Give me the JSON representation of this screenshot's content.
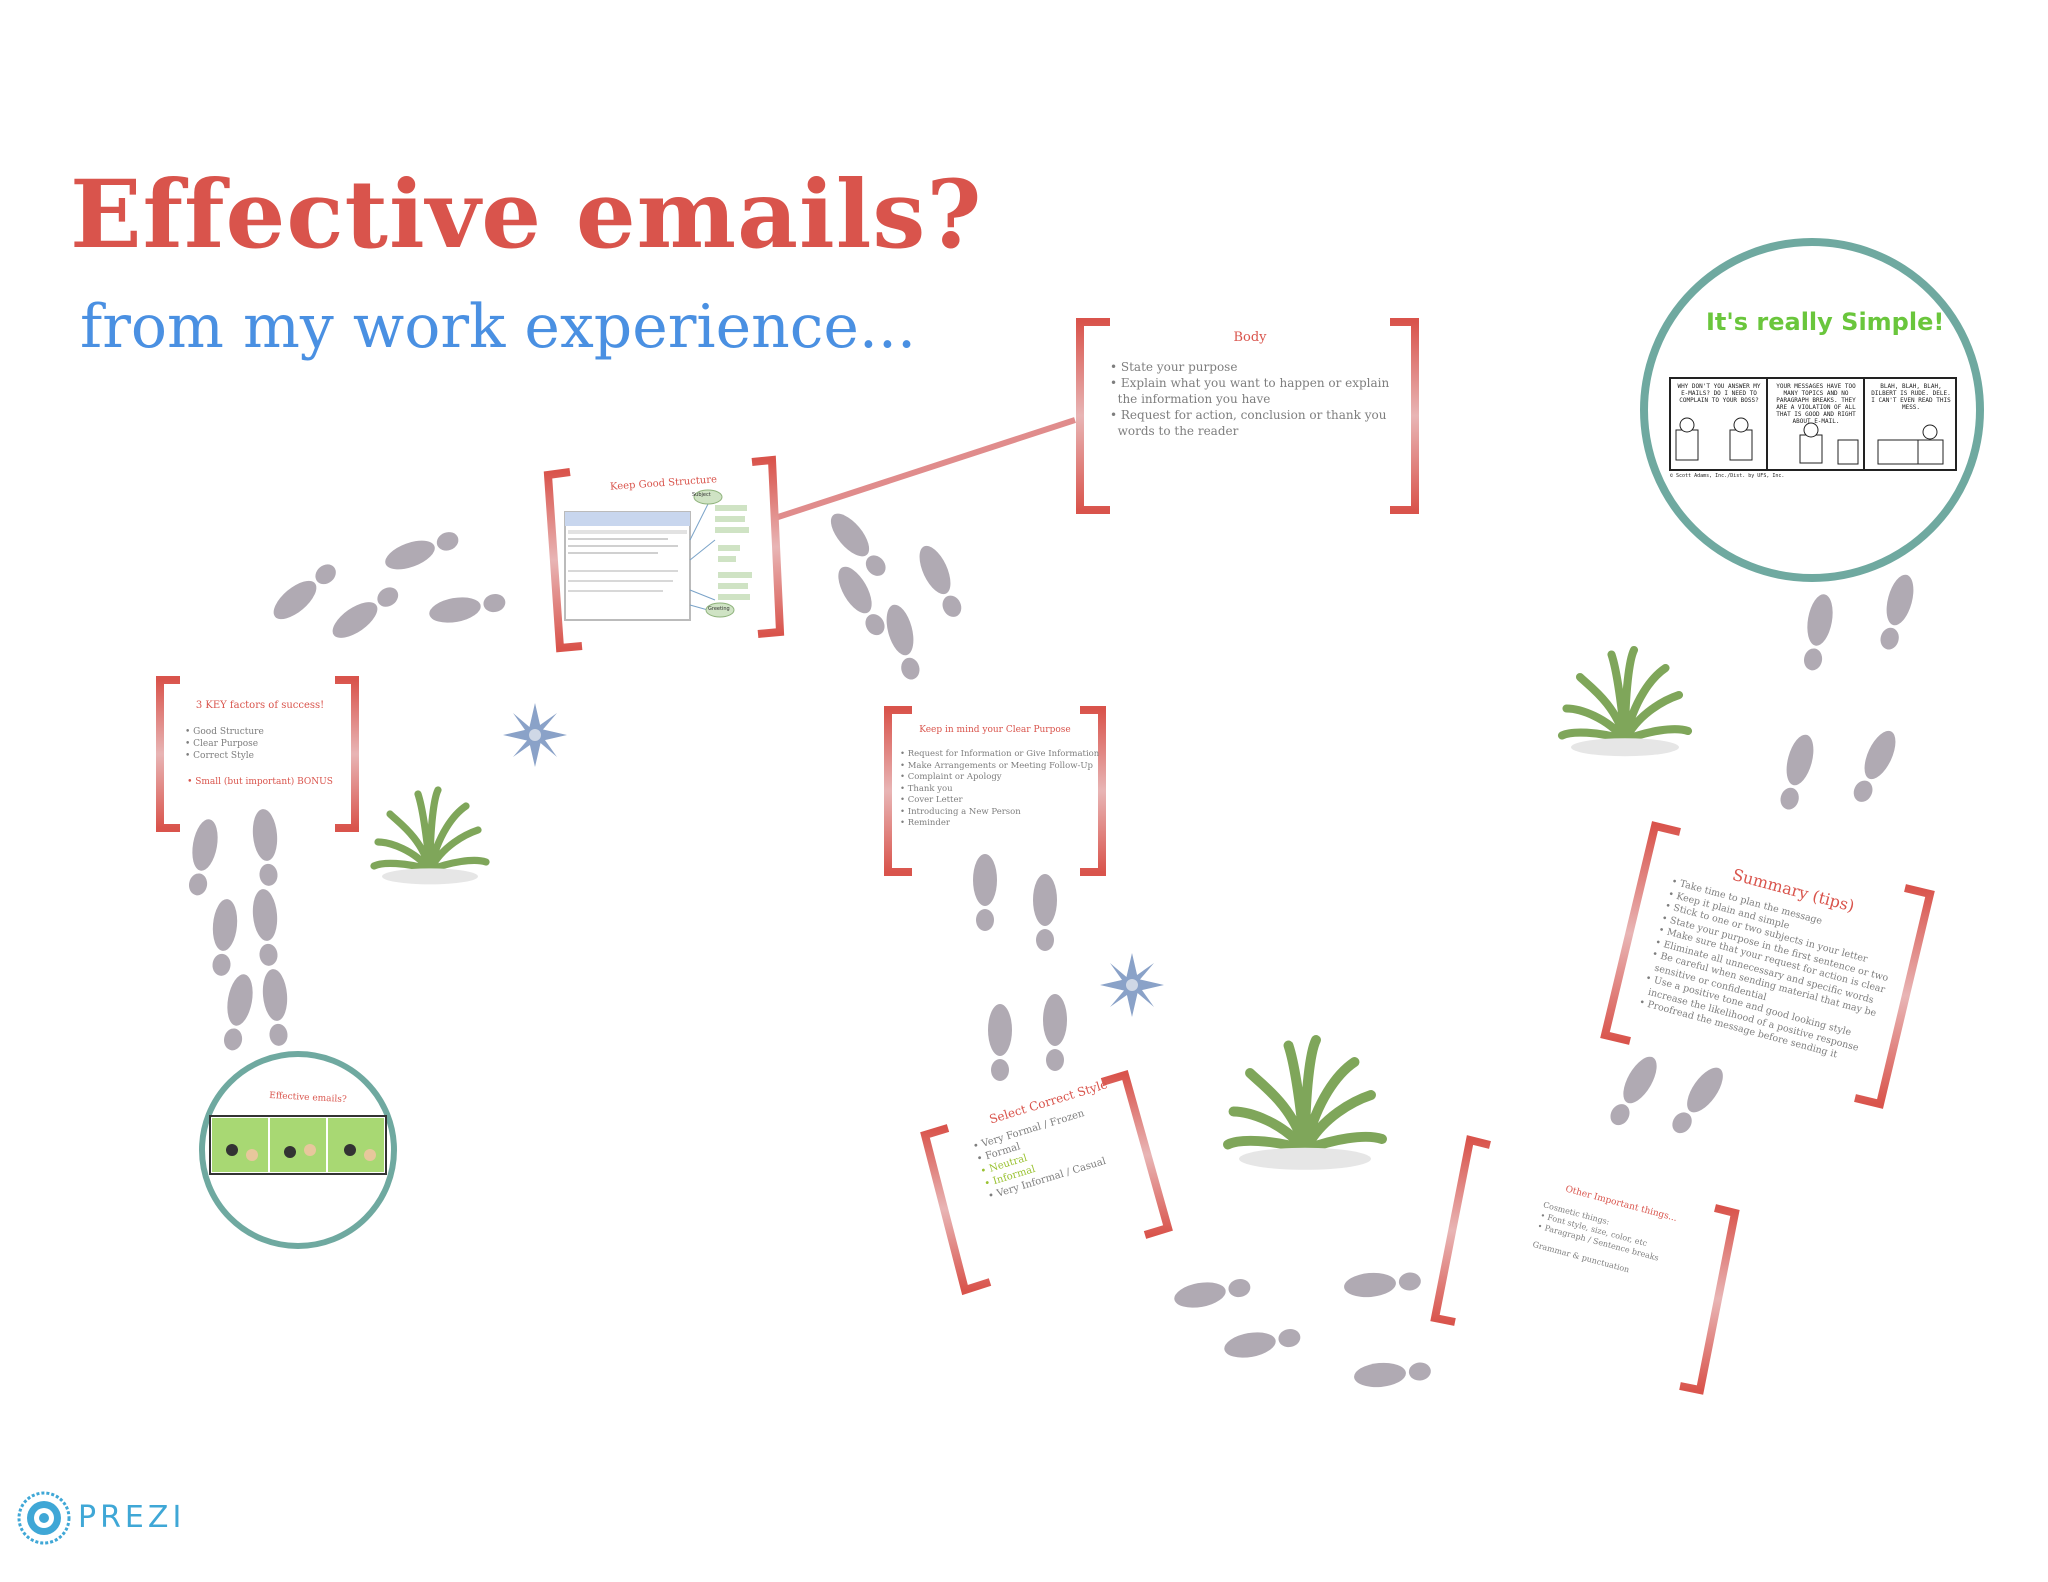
{
  "title": "Effective emails?",
  "subtitle": "from my work experience...",
  "frames": {
    "key_factors": {
      "heading": "3 KEY factors of success!",
      "items": [
        "• Good Structure",
        "• Clear Purpose",
        "• Correct Style"
      ],
      "bonus": "• Small (but important) BONUS"
    },
    "structure": {
      "heading": "Keep Good Structure"
    },
    "body": {
      "heading": "Body",
      "lines": [
        "• State your purpose",
        "• Explain what you want to happen or explain",
        "  the information you have",
        "• Request for action, conclusion or thank you",
        "  words to the reader"
      ]
    },
    "purpose": {
      "heading": "Keep in mind your Clear Purpose",
      "items": [
        "• Request for Information or Give Information",
        "• Make Arrangements or Meeting Follow-Up",
        "• Complaint or Apology",
        "• Thank you",
        "• Cover Letter",
        "• Introducing a New Person",
        "• Reminder"
      ]
    },
    "style": {
      "heading": "Select Correct Style",
      "items": [
        "• Very Formal / Frozen",
        "• Formal",
        "• Neutral",
        "• Informal",
        "• Very Informal / Casual"
      ]
    },
    "other": {
      "heading": "Other Important things...",
      "lines": [
        "Cosmetic things:",
        "• Font style, size, color, etc",
        "• Paragraph / Sentence breaks",
        "Grammar & punctuation"
      ]
    },
    "summary": {
      "heading": "Summary (tips)",
      "lines": [
        "• Take time to plan the message",
        "• Keep it plain and simple",
        "• Stick to one or two subjects in your letter",
        "• State your purpose in the first sentence or two",
        "• Make sure that your request for action is clear",
        "• Eliminate all unnecessary and specific words",
        "• Be careful when sending material that may be",
        "  sensitive or confidential",
        "• Use a positive tone and good looking style",
        "  increase the likelihood of a positive response",
        "• Proofread the message before sending it"
      ]
    }
  },
  "circles": {
    "effective": {
      "label": "Effective emails?"
    },
    "simple": {
      "label": "It's really Simple!",
      "panels": [
        "WHY DON'T YOU ANSWER MY E-MAILS? DO I NEED TO COMPLAIN TO YOUR BOSS?",
        "YOUR MESSAGES HAVE TOO MANY TOPICS AND NO PARAGRAPH BREAKS. THEY ARE A VIOLATION OF ALL THAT IS GOOD AND RIGHT ABOUT E-MAIL.",
        "BLAH, BLAH, BLAH, DILBERT IS RUDE. DELE. I CAN'T EVEN READ THIS MESS."
      ],
      "credit": "© Scott Adams, Inc./Dist. by UFS, Inc."
    }
  },
  "diagram": {
    "tags": [
      "Subject",
      "Greeting"
    ]
  },
  "brand": {
    "name": "PREZI"
  },
  "colors": {
    "accent": "#d9544c",
    "subtitle": "#4a90e2",
    "circle": "#6fa9a0",
    "bracket": "#e0a3a3"
  }
}
